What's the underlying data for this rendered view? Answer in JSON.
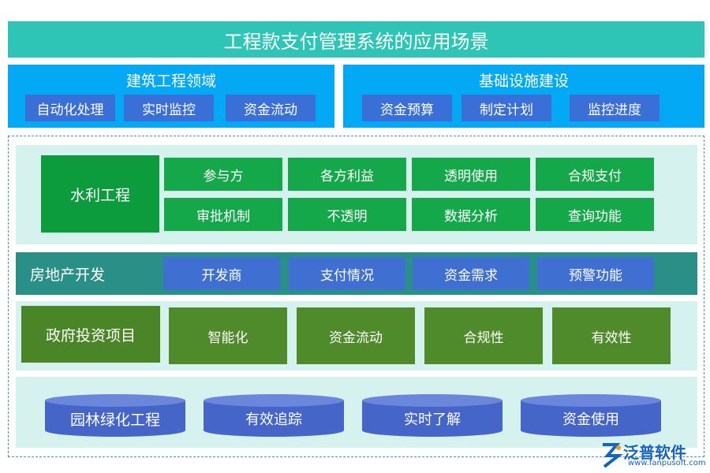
{
  "title": "工程款支付管理系统的应用场景",
  "top_panels": [
    {
      "title": "建筑工程领域",
      "items": [
        "自动化处理",
        "实时监控",
        "资金流动"
      ]
    },
    {
      "title": "基础设施建设",
      "items": [
        "资金预算",
        "制定计划",
        "监控进度"
      ]
    }
  ],
  "water": {
    "label": "水利工程",
    "row1": [
      "参与方",
      "各方利益",
      "透明使用",
      "合规支付"
    ],
    "row2": [
      "审批机制",
      "不透明",
      "数据分析",
      "查询功能"
    ]
  },
  "realestate": {
    "label": "房地产开发",
    "items": [
      "开发商",
      "支付情况",
      "资金需求",
      "预警功能"
    ]
  },
  "gov": {
    "label": "政府投资项目",
    "items": [
      "智能化",
      "资金流动",
      "合规性",
      "有效性"
    ]
  },
  "garden": {
    "items": [
      "园林绿化工程",
      "有效追踪",
      "实时了解",
      "资金使用"
    ]
  },
  "logo": {
    "name": "泛普软件",
    "url": "www.fanpusoft.com"
  },
  "colors": {
    "title_bar": "#2ec4b6",
    "top_panel": "#03a9f4",
    "chip_blue": "#3b6fd8",
    "band_light": "#d6f2ef",
    "green": "#14a84a",
    "teal_band": "#2a8f86",
    "olive": "#4f8a2b",
    "cylinder": "#4565c8"
  }
}
